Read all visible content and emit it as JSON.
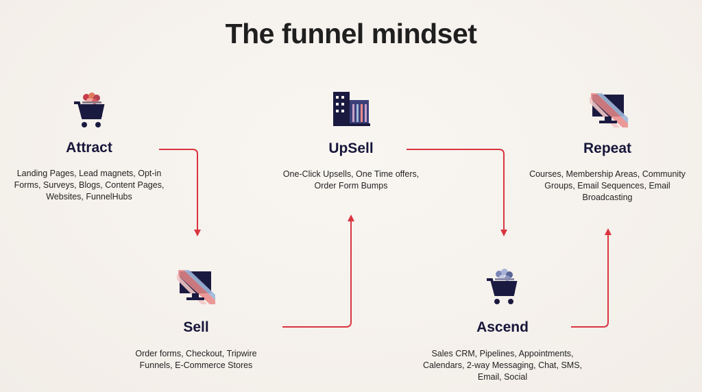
{
  "title": "The funnel mindset",
  "colors": {
    "arrow": "#d9343f",
    "navy": "#1a1a40",
    "label": "#17163a"
  },
  "stages": [
    {
      "id": "attract",
      "label": "Attract",
      "icon": "shopping-cart-icon",
      "description": [
        "Landing Pages, Lead magnets, Opt-in",
        "Forms, Surveys, Blogs, Content Pages,",
        "Websites, FunnelHubs"
      ]
    },
    {
      "id": "sell",
      "label": "Sell",
      "icon": "monitor-icon",
      "description": [
        "Order forms, Checkout, Tripwire",
        "Funnels, E-Commerce Stores"
      ]
    },
    {
      "id": "upsell",
      "label": "UpSell",
      "icon": "building-icon",
      "description": [
        "One-Click Upsells, One Time offers,",
        "Order Form Bumps"
      ]
    },
    {
      "id": "ascend",
      "label": "Ascend",
      "icon": "shopping-cart-icon",
      "description": [
        "Sales CRM, Pipelines, Appointments,",
        "Calendars, 2-way Messaging, Chat, SMS,",
        "Email, Social"
      ]
    },
    {
      "id": "repeat",
      "label": "Repeat",
      "icon": "monitor-icon",
      "description": [
        "Courses, Membership Areas, Community",
        "Groups, Email Sequences, Email",
        "Broadcasting"
      ]
    }
  ],
  "connections": [
    {
      "from": "attract",
      "to": "sell"
    },
    {
      "from": "sell",
      "to": "upsell"
    },
    {
      "from": "upsell",
      "to": "ascend"
    },
    {
      "from": "ascend",
      "to": "repeat"
    }
  ]
}
